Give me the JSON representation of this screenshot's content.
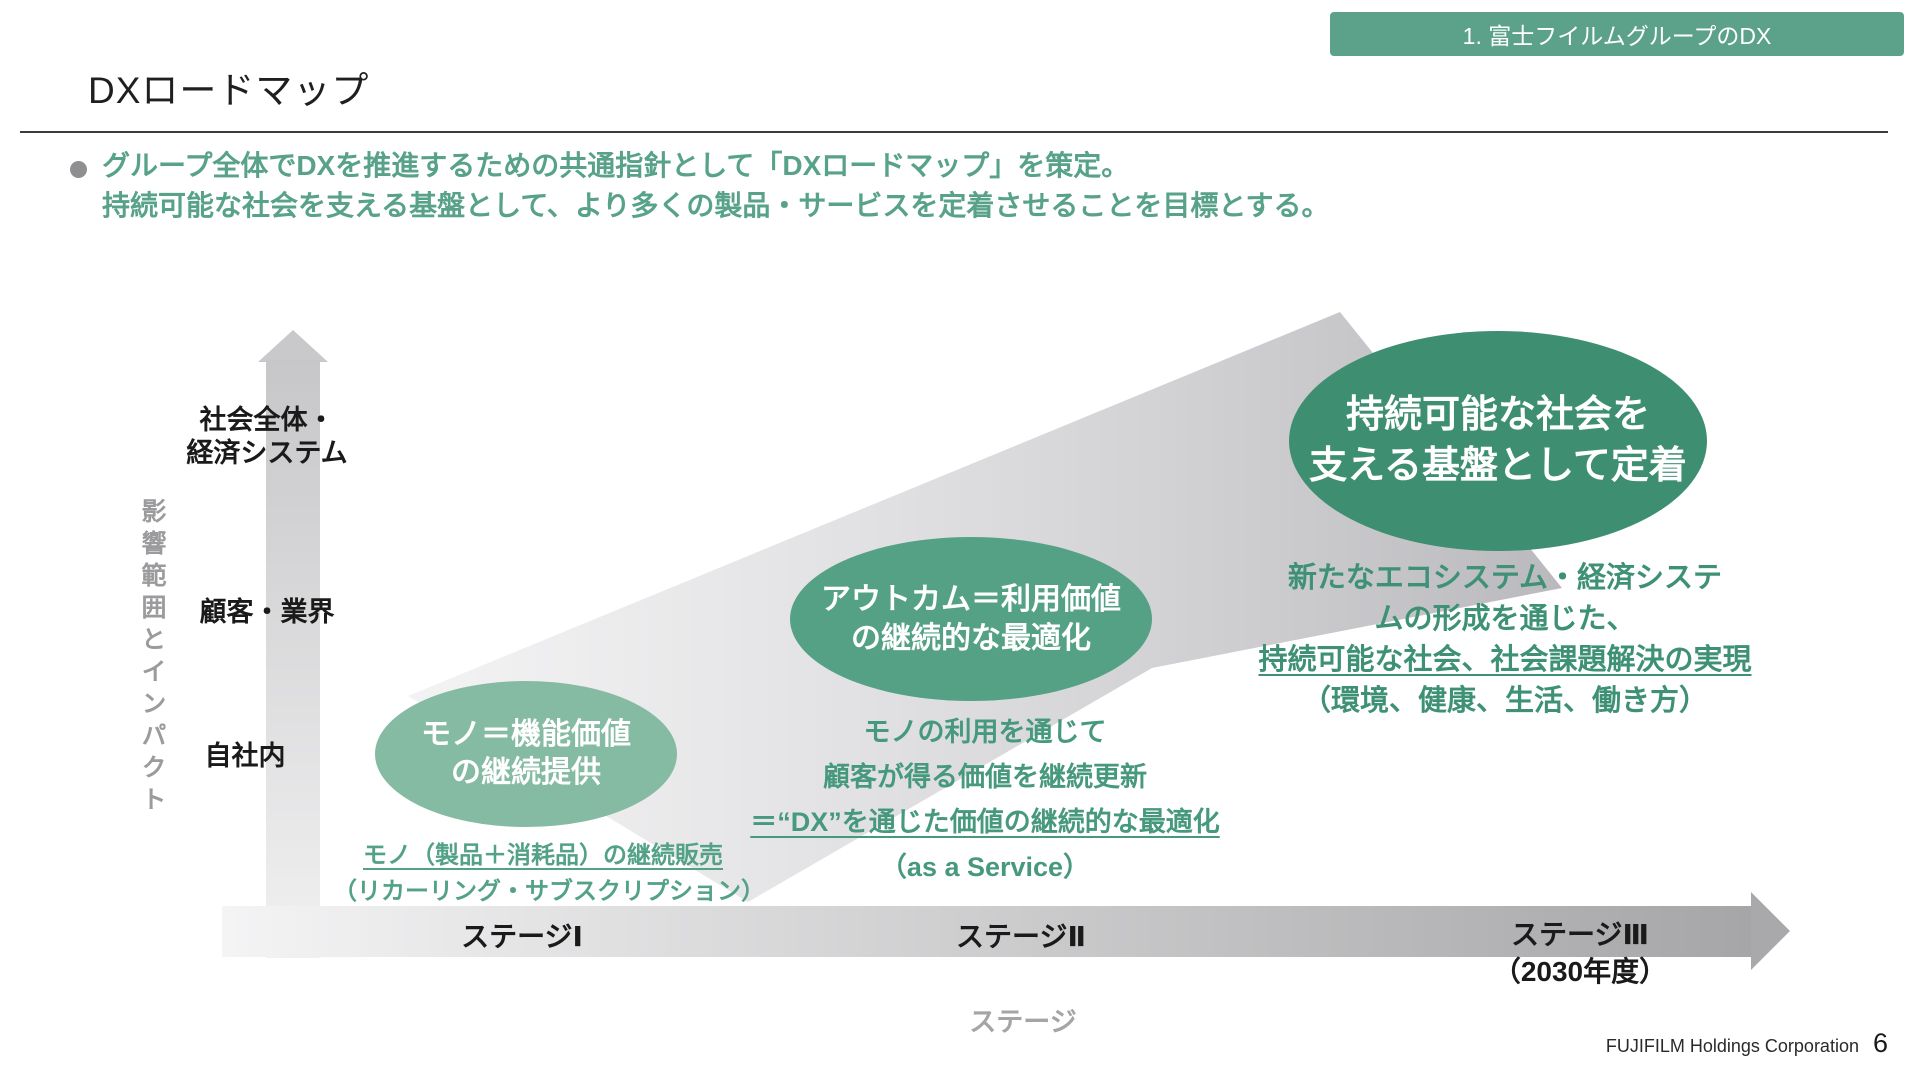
{
  "header": {
    "section_tag": "1. 富士フイルムグループのDX",
    "title": "DXロードマップ"
  },
  "summary": {
    "line1": "グループ全体でDXを推進するための共通指針として「DXロードマップ」を策定。",
    "line2": "持続可能な社会を支える基盤として、より多くの製品・サービスを定着させることを目標とする。"
  },
  "colors": {
    "tag_green": "#5CA28B",
    "summary_green": "#57A288",
    "bubble1_green": "#85BAA3",
    "bubble2_green": "#54A186",
    "bubble3_green": "#3E8E71",
    "note_green": "#47997E",
    "axis_gray": "#9b9b9d",
    "beam_gray": "#c8c8cc"
  },
  "diagram": {
    "y_axis_title": "影響範囲とインパクト",
    "y_levels": [
      {
        "line1": "社会全体・",
        "line2": "経済システム"
      },
      {
        "line1": "顧客・業界"
      },
      {
        "line1": "自社内"
      }
    ],
    "bubbles": [
      {
        "line1": "モノ＝機能価値",
        "line2": "の継続提供"
      },
      {
        "line1": "アウトカム＝利用価値",
        "line2": "の継続的な最適化"
      },
      {
        "line1": "持続可能な社会を",
        "line2": "支える基盤として定着"
      }
    ],
    "notes": {
      "stage1": {
        "line1": "モノ（製品＋消耗品）の継続販売",
        "line2": "（リカーリング・サブスクリプション）"
      },
      "stage2": {
        "line1": "モノの利用を通じて",
        "line2": "顧客が得る価値を継続更新",
        "line3": "＝“DX”を通じた価値の継続的な最適化",
        "line4": "（as a Service）"
      },
      "stage3": {
        "line1": "新たなエコシステム・経済システ",
        "line2": "ムの形成を通じた、",
        "line3": "持続可能な社会、社会課題解決の実現",
        "line4": "（環境、健康、生活、働き方）"
      }
    },
    "stages": [
      {
        "label": "ステージⅠ"
      },
      {
        "label": "ステージⅡ"
      },
      {
        "label": "ステージⅢ",
        "sublabel": "（2030年度）"
      }
    ],
    "x_axis_caption": "ステージ"
  },
  "footer": {
    "company": "FUJIFILM Holdings Corporation",
    "page_number": "6"
  }
}
